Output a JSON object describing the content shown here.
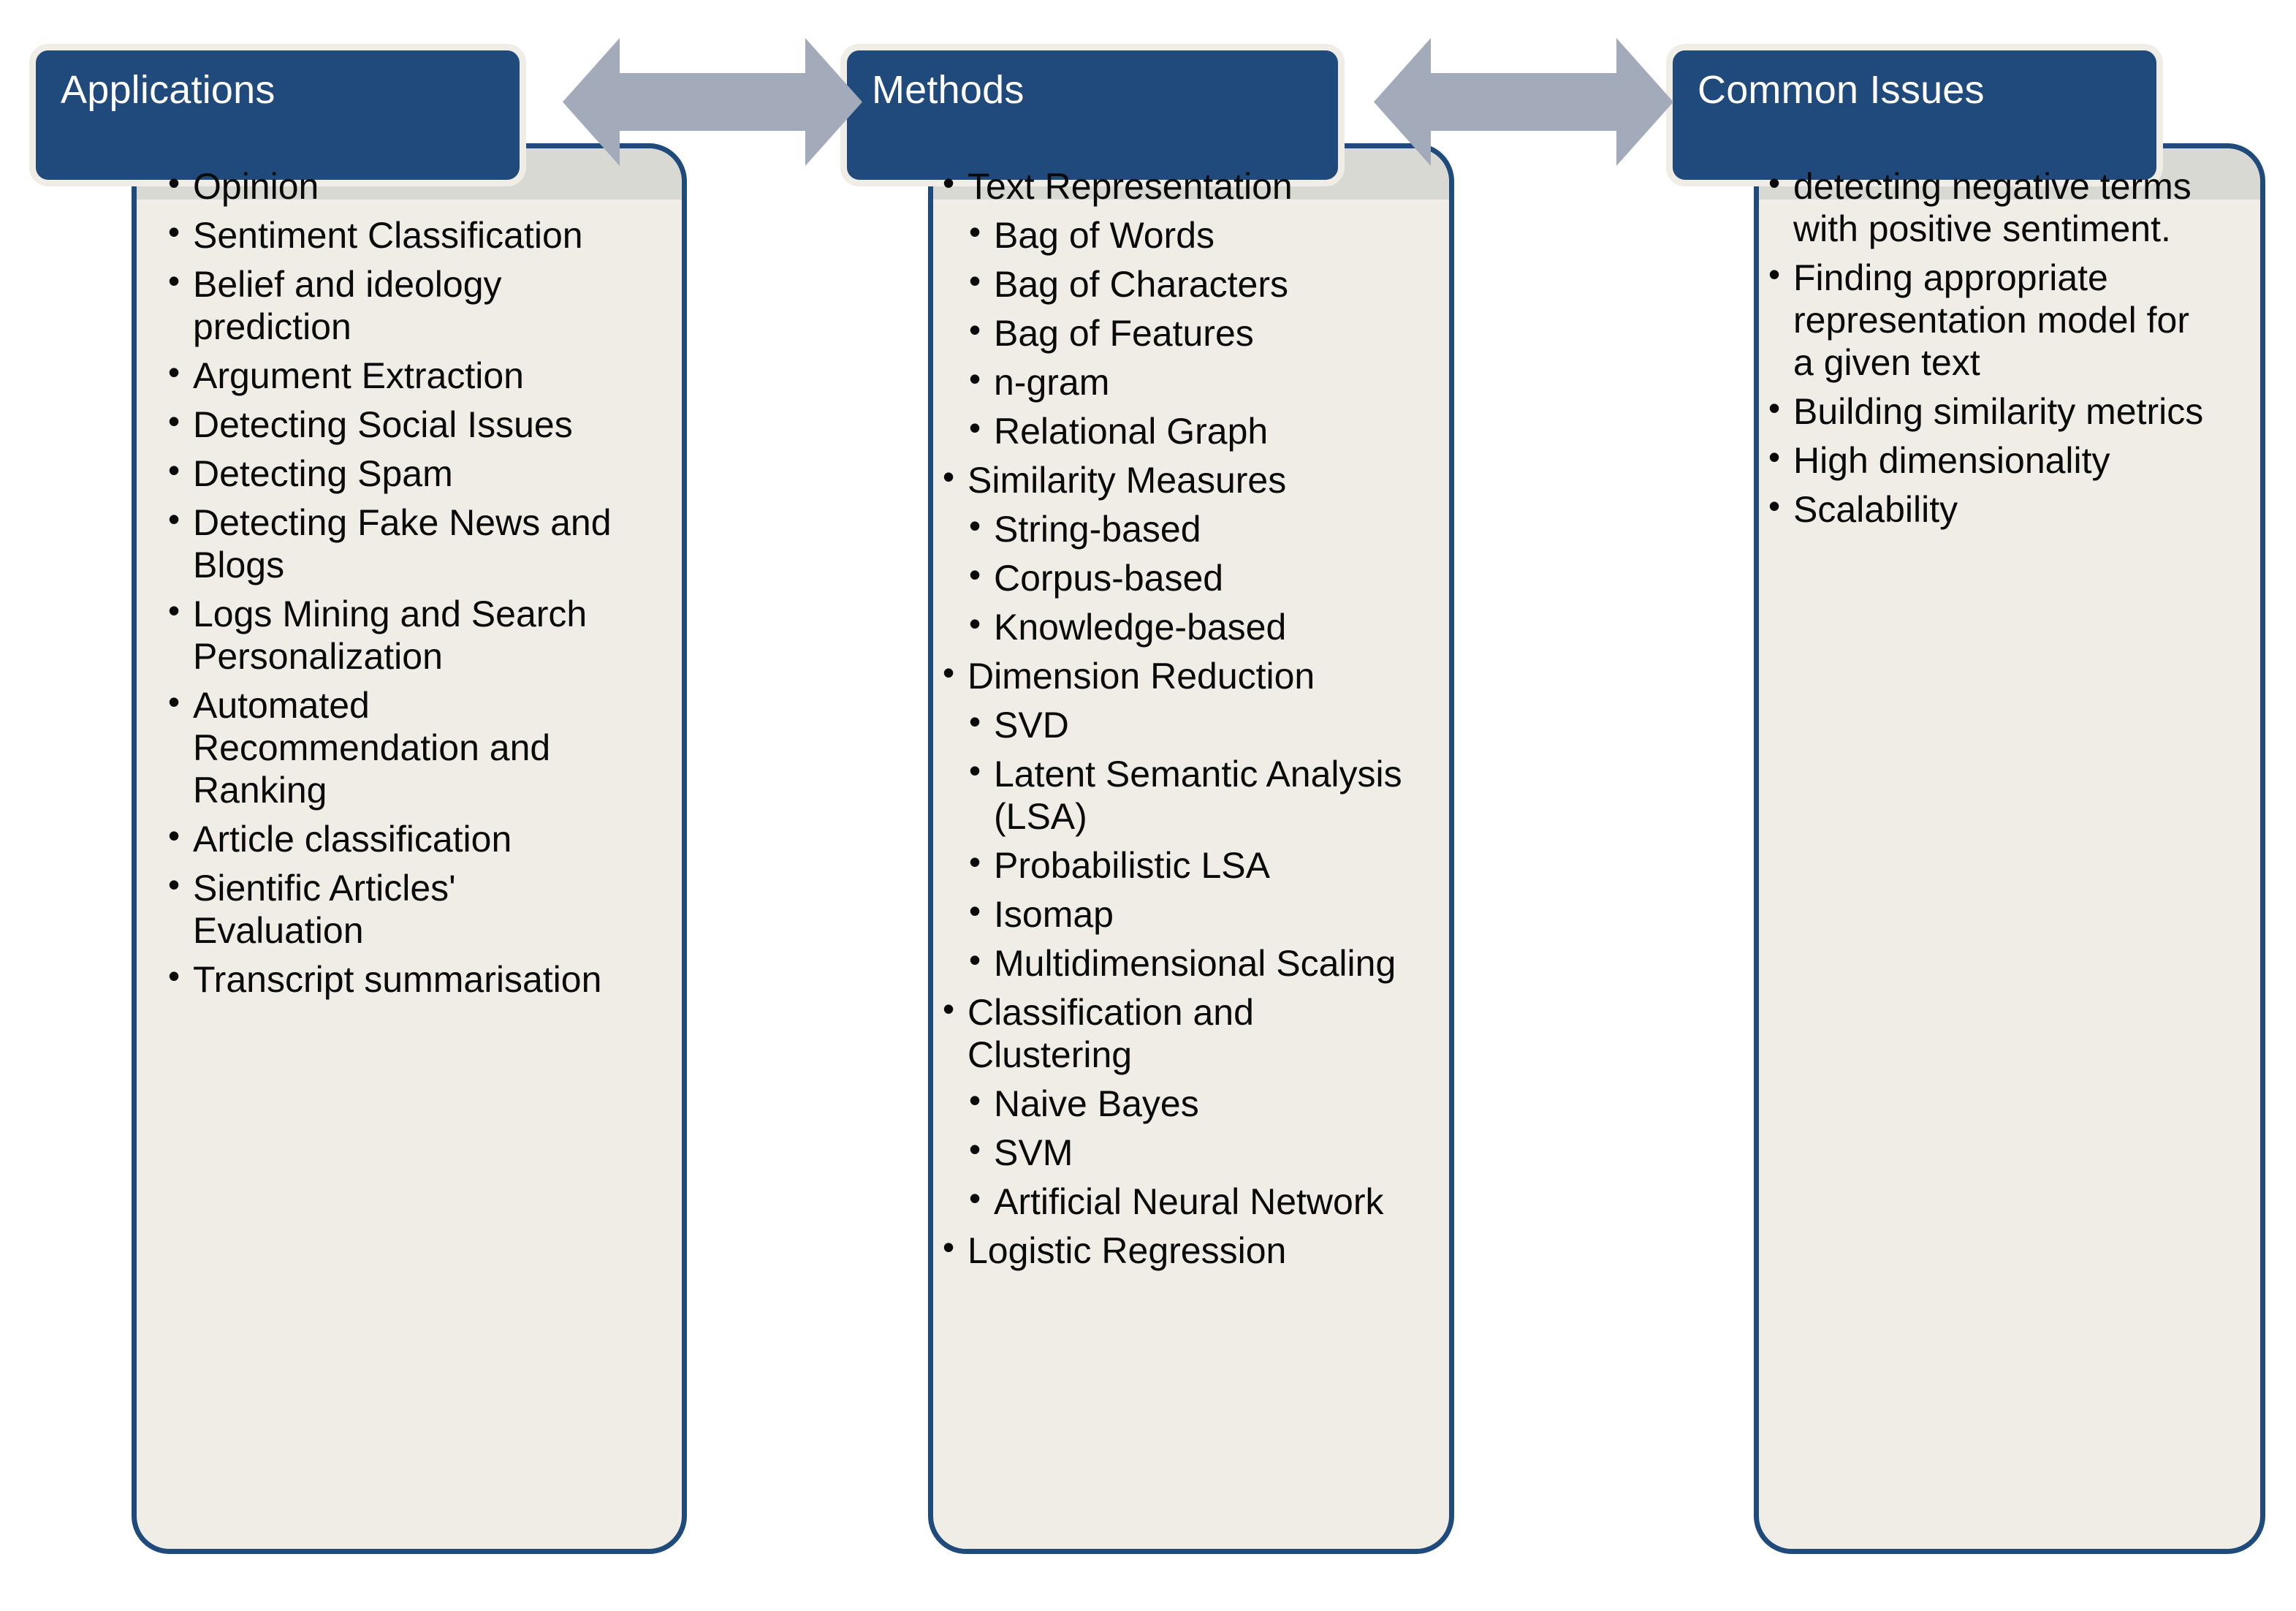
{
  "colors": {
    "header_blue": "#204A7B",
    "panel_fill": "#EFEDE5",
    "panel_border": "#1F4A7C",
    "panel_shade": "#D8D9D3",
    "arrow_gray": "#A3AABA",
    "text": "#0A0A0A",
    "header_text": "#FFFFFF",
    "background": "#FFFFFF"
  },
  "columns": [
    {
      "id": "applications",
      "title": "Applications",
      "items": [
        {
          "level": 1,
          "text": "Opinion"
        },
        {
          "level": 1,
          "text": "Sentiment Classification"
        },
        {
          "level": 1,
          "text": "Belief and ideology prediction"
        },
        {
          "level": 1,
          "text": "Argument Extraction"
        },
        {
          "level": 1,
          "text": "Detecting Social Issues"
        },
        {
          "level": 1,
          "text": "Detecting Spam"
        },
        {
          "level": 1,
          "text": "Detecting Fake News and Blogs"
        },
        {
          "level": 1,
          "text": "Logs Mining and Search Personalization"
        },
        {
          "level": 1,
          "text": "Automated Recommendation and Ranking"
        },
        {
          "level": 1,
          "text": "Article classification"
        },
        {
          "level": 1,
          "text": "Sientific Articles' Evaluation"
        },
        {
          "level": 1,
          "text": "Transcript summarisation"
        }
      ]
    },
    {
      "id": "methods",
      "title": "Methods",
      "items": [
        {
          "level": 1,
          "text": "Text Representation"
        },
        {
          "level": 2,
          "text": "Bag of Words"
        },
        {
          "level": 2,
          "text": "Bag of Characters"
        },
        {
          "level": 2,
          "text": "Bag of Features"
        },
        {
          "level": 2,
          "text": "n-gram"
        },
        {
          "level": 2,
          "text": "Relational Graph"
        },
        {
          "level": 1,
          "text": "Similarity Measures"
        },
        {
          "level": 2,
          "text": "String-based"
        },
        {
          "level": 2,
          "text": "Corpus-based"
        },
        {
          "level": 2,
          "text": "Knowledge-based"
        },
        {
          "level": 1,
          "text": "Dimension Reduction"
        },
        {
          "level": 2,
          "text": "SVD"
        },
        {
          "level": 2,
          "text": "Latent Semantic Analysis (LSA)"
        },
        {
          "level": 2,
          "text": "Probabilistic LSA"
        },
        {
          "level": 2,
          "text": "Isomap"
        },
        {
          "level": 2,
          "text": "Multidimensional Scaling"
        },
        {
          "level": 1,
          "text": "Classification and Clustering"
        },
        {
          "level": 2,
          "text": "Naive Bayes"
        },
        {
          "level": 2,
          "text": "SVM"
        },
        {
          "level": 2,
          "text": "Artificial Neural Network"
        },
        {
          "level": 1,
          "text": "Logistic Regression"
        }
      ]
    },
    {
      "id": "issues",
      "title": "Common Issues",
      "items": [
        {
          "level": 1,
          "text": "detecting negative terms with positive sentiment."
        },
        {
          "level": 1,
          "text": "Finding appropriate representation model for a given text"
        },
        {
          "level": 1,
          "text": "Building similarity metrics"
        },
        {
          "level": 1,
          "text": "High dimensionality"
        },
        {
          "level": 1,
          "text": "Scalability"
        }
      ]
    }
  ],
  "connectors": [
    {
      "id": "arrow-applications-methods",
      "icon": "double-headed-arrow-icon"
    },
    {
      "id": "arrow-methods-issues",
      "icon": "double-headed-arrow-icon"
    }
  ]
}
